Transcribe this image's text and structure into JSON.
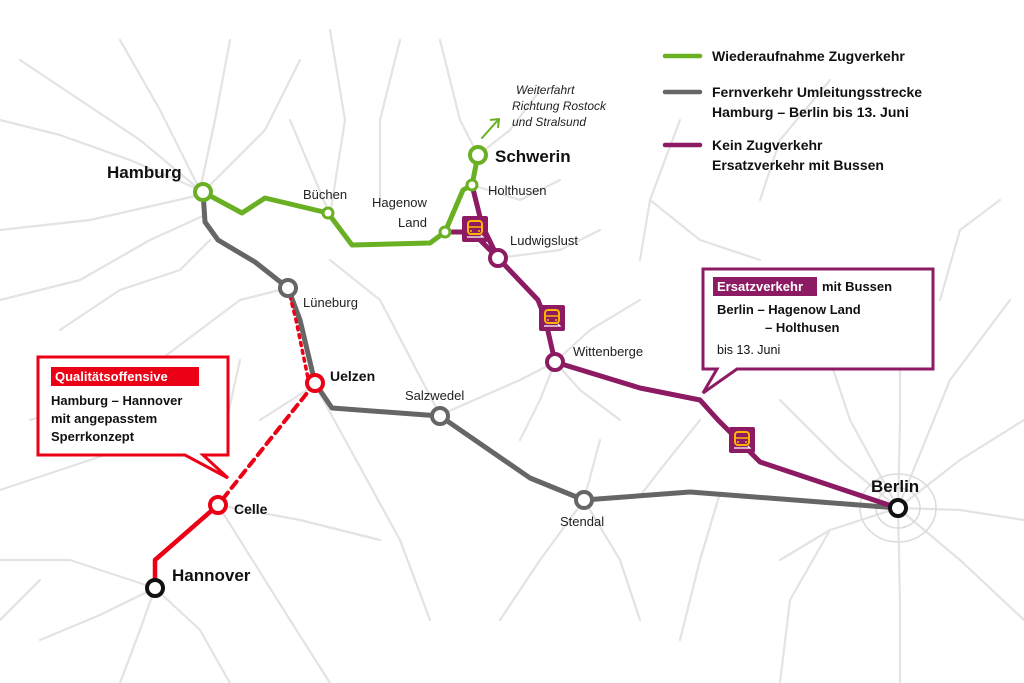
{
  "colors": {
    "green": "#6ab023",
    "gray": "#666666",
    "purple": "#8c1b63",
    "red": "#ec0016",
    "station_fill": "#ffffff",
    "background_network": "#e3e3e3"
  },
  "legend": [
    {
      "color": "#6ab023",
      "lines": [
        "Wiederaufnahme Zugverkehr"
      ]
    },
    {
      "color": "#666666",
      "lines": [
        "Fernverkehr Umleitungsstrecke",
        "Hamburg – Berlin bis 13. Juni"
      ]
    },
    {
      "color": "#8c1b63",
      "lines": [
        "Kein Zugverkehr",
        "Ersatzverkehr mit Bussen"
      ]
    }
  ],
  "continuation_note": [
    "Weiterfahrt",
    "Richtung Rostock",
    "und Stralsund"
  ],
  "stations": {
    "hamburg": "Hamburg",
    "schwerin": "Schwerin",
    "berlin": "Berlin",
    "hannover": "Hannover",
    "buechen": "Büchen",
    "hagenow_land": [
      "Hagenow",
      "Land"
    ],
    "holthusen": "Holthusen",
    "ludwigslust": "Ludwigslust",
    "lueneburg": "Lüneburg",
    "uelzen": "Uelzen",
    "salzwedel": "Salzwedel",
    "wittenberge": "Wittenberge",
    "stendal": "Stendal",
    "celle": "Celle"
  },
  "callout_quality": {
    "tag": "Qualitätsoffensive",
    "lines": [
      "Hamburg – Hannover",
      "mit angepasstem",
      "Sperrkonzept"
    ]
  },
  "callout_bus": {
    "tag": "Ersatzverkehr",
    "tag_suffix": "mit Bussen",
    "lines": [
      "Berlin – Hagenow Land",
      "– Holthusen"
    ],
    "date": "bis 13. Juni"
  },
  "icons": [
    "bus-icon",
    "bus-icon",
    "bus-icon"
  ]
}
